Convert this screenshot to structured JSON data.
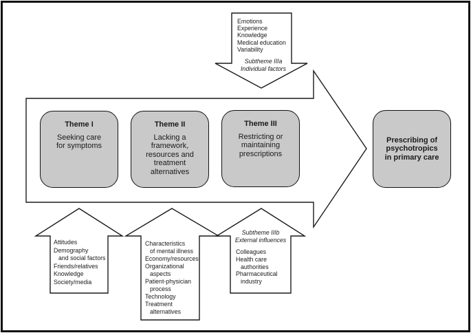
{
  "figure": {
    "top_arrow": {
      "items": [
        "Emotions",
        "Experience",
        "Knowledge",
        "Medical education",
        "Variability"
      ],
      "subtheme": [
        "Subtheme IIIa",
        "Individual factors"
      ]
    },
    "themes": [
      {
        "title": "Theme I",
        "lines": [
          "Seeking care",
          "for symptoms"
        ]
      },
      {
        "title": "Theme II",
        "lines": [
          "Lacking a",
          "framework,",
          "resources and",
          "treatment",
          "alternatives"
        ]
      },
      {
        "title": "Theme III",
        "lines": [
          "Restricting or",
          "maintaining",
          "prescriptions"
        ]
      }
    ],
    "outcome": {
      "lines": [
        "Prescribing of",
        "psychotropics",
        "in primary care"
      ]
    },
    "bottom_arrows": [
      {
        "items": [
          "Attitudes",
          "Demography",
          "and social factors",
          "Friends/relatives",
          "Knowledge",
          "Society/media"
        ]
      },
      {
        "items": [
          "Characteristics",
          "of mental illness",
          "Economy/resources",
          "Organizational",
          "aspects",
          "Patient-physician",
          "process",
          "Technology",
          "Treatment",
          "alternatives"
        ]
      },
      {
        "subtheme": [
          "Subtheme IIIb",
          "External influences"
        ],
        "items": [
          "Colleagues",
          "Health care",
          "authorities",
          "Pharmaceutical",
          "industry"
        ]
      }
    ],
    "colors": {
      "box_fill": "#c9c9c9",
      "line": "#1a1a1a",
      "background": "#ffffff"
    }
  }
}
